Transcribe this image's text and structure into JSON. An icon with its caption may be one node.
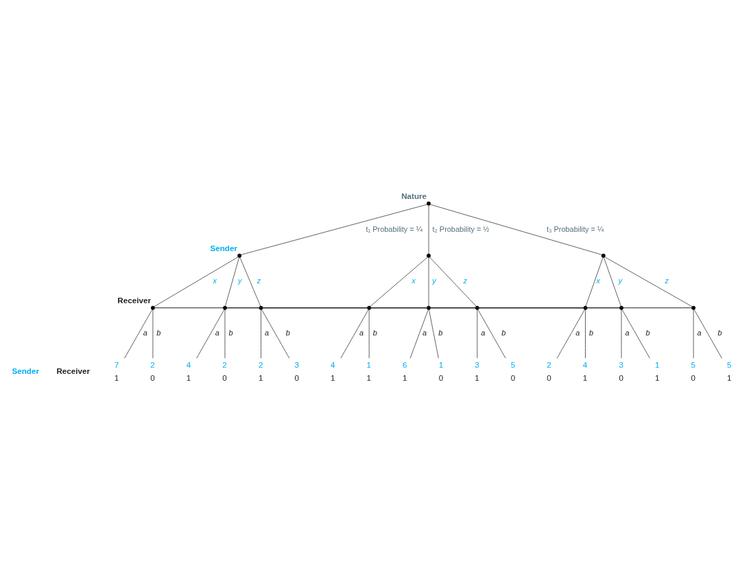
{
  "diagram": {
    "nodes": [
      {
        "text": [
          "Nature"
        ]
      },
      {
        "text": [
          "Sender"
        ]
      },
      {
        "text": [],
        "shape": "circle"
      },
      {
        "text": [],
        "shape": "circle"
      },
      {
        "text": [
          "Receiver"
        ]
      },
      {
        "text": [],
        "shape": "circle"
      },
      {
        "text": [],
        "shape": "circle"
      },
      {
        "text": [],
        "shape": "circle"
      },
      {
        "text": [],
        "shape": "circle"
      },
      {
        "text": [],
        "shape": "circle"
      },
      {
        "text": [],
        "shape": "circle"
      },
      {
        "text": [],
        "shape": "circle"
      },
      {
        "text": [],
        "shape": "circle"
      },
      {
        "text": [
          "7",
          "1"
        ]
      },
      {
        "text": [
          "2",
          "0"
        ]
      },
      {
        "text": [
          "4",
          "1"
        ]
      },
      {
        "text": [
          "2",
          "0"
        ]
      },
      {
        "text": [
          "2",
          "1"
        ]
      },
      {
        "text": [
          "3",
          "0"
        ]
      },
      {
        "text": [
          "4",
          "1"
        ]
      },
      {
        "text": [
          "1",
          "1"
        ]
      },
      {
        "text": [
          "6",
          "1"
        ]
      },
      {
        "text": [
          "1",
          "0"
        ]
      },
      {
        "text": [
          "3",
          "1"
        ]
      },
      {
        "text": [
          "5",
          "0"
        ]
      },
      {
        "text": [
          "2",
          "0"
        ]
      },
      {
        "text": [
          "4",
          "1"
        ]
      },
      {
        "text": [
          "3",
          "0"
        ]
      },
      {
        "text": [
          "1",
          "1"
        ]
      },
      {
        "text": [
          "5",
          "0"
        ]
      },
      {
        "text": [
          "5",
          "1"
        ]
      }
    ],
    "edges": [
      {
        "from": 0,
        "to": 1,
        "arrow": "none",
        "label": "t₁ Probability = ¼"
      },
      {
        "from": 0,
        "to": 2,
        "arrow": "none",
        "label": "t₂ Probability = ½"
      },
      {
        "from": 0,
        "to": 3,
        "arrow": "none",
        "label": "t₃ Probability = ¼"
      },
      {
        "from": 1,
        "to": 4,
        "arrow": "none",
        "label": "x"
      },
      {
        "from": 1,
        "to": 5,
        "arrow": "none",
        "label": "y"
      },
      {
        "from": 1,
        "to": 6,
        "arrow": "none",
        "label": "z"
      },
      {
        "from": 2,
        "to": 7,
        "arrow": "none",
        "label": "x"
      },
      {
        "from": 2,
        "to": 8,
        "arrow": "none",
        "label": "y"
      },
      {
        "from": 2,
        "to": 9,
        "arrow": "none",
        "label": "z"
      },
      {
        "from": 3,
        "to": 10,
        "arrow": "none",
        "label": "x"
      },
      {
        "from": 3,
        "to": 11,
        "arrow": "none",
        "label": "y"
      },
      {
        "from": 3,
        "to": 12,
        "arrow": "none",
        "label": "z"
      },
      {
        "from": 4,
        "to": 13,
        "arrow": "none",
        "label": "a"
      },
      {
        "from": 4,
        "to": 14,
        "arrow": "none",
        "label": "b"
      },
      {
        "from": 5,
        "to": 15,
        "arrow": "none",
        "label": "a"
      },
      {
        "from": 5,
        "to": 16,
        "arrow": "none",
        "label": "b"
      },
      {
        "from": 6,
        "to": 17,
        "arrow": "none",
        "label": "a"
      },
      {
        "from": 6,
        "to": 18,
        "arrow": "none",
        "label": "b"
      },
      {
        "from": 7,
        "to": 19,
        "arrow": "none",
        "label": "a"
      },
      {
        "from": 7,
        "to": 20,
        "arrow": "none",
        "label": "b"
      },
      {
        "from": 8,
        "to": 21,
        "arrow": "none",
        "label": "a"
      },
      {
        "from": 8,
        "to": 22,
        "arrow": "none",
        "label": "b"
      },
      {
        "from": 9,
        "to": 23,
        "arrow": "none",
        "label": "a"
      },
      {
        "from": 9,
        "to": 24,
        "arrow": "none",
        "label": "b"
      },
      {
        "from": 10,
        "to": 25,
        "arrow": "none",
        "label": "a"
      },
      {
        "from": 10,
        "to": 26,
        "arrow": "none",
        "label": "b"
      },
      {
        "from": 11,
        "to": 27,
        "arrow": "none",
        "label": "a"
      },
      {
        "from": 11,
        "to": 28,
        "arrow": "none",
        "label": "b"
      },
      {
        "from": 12,
        "to": 29,
        "arrow": "none",
        "label": "a"
      },
      {
        "from": 12,
        "to": 30,
        "arrow": "none",
        "label": "b"
      },
      {
        "from": 4,
        "to": 7,
        "arrow": "none"
      },
      {
        "from": 7,
        "to": 10,
        "arrow": "none"
      },
      {
        "from": 5,
        "to": 8,
        "arrow": "none"
      },
      {
        "from": 8,
        "to": 11,
        "arrow": "none"
      },
      {
        "from": 6,
        "to": 9,
        "arrow": "none"
      },
      {
        "from": 9,
        "to": 12,
        "arrow": "none"
      }
    ],
    "labels": [
      "Sender",
      "Receiver"
    ]
  }
}
